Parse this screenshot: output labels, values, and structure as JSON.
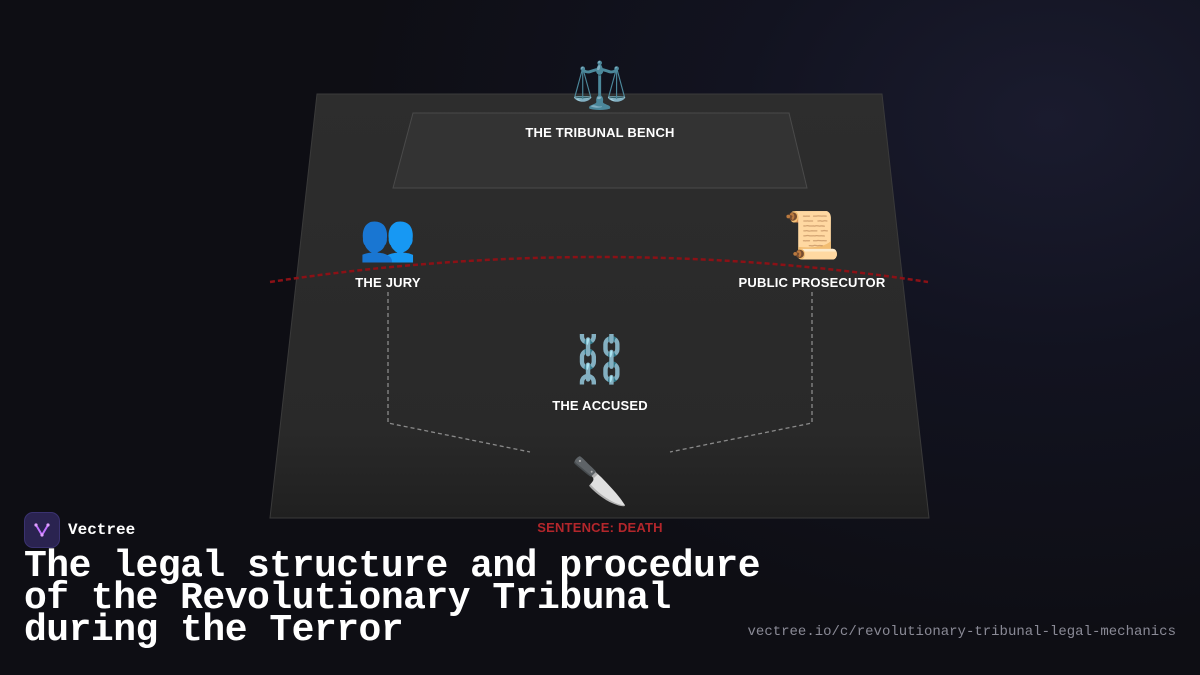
{
  "nodes": {
    "bench": {
      "label": "THE TRIBUNAL BENCH",
      "icon": "scales-icon",
      "glyph": "⚖️"
    },
    "jury": {
      "label": "THE JURY",
      "icon": "people-icon",
      "glyph": "👥"
    },
    "prosecutor": {
      "label": "PUBLIC PROSECUTOR",
      "icon": "scroll-icon",
      "glyph": "📜"
    },
    "accused": {
      "label": "THE ACCUSED",
      "icon": "chains-icon",
      "glyph": "⛓️"
    },
    "sentence": {
      "label": "SENTENCE: DEATH",
      "icon": "knife-icon",
      "glyph": "🔪"
    }
  },
  "brand": {
    "name": "Vectree",
    "icon": "vectree-logo-icon"
  },
  "title": "The legal structure and procedure of the Revolutionary Tribunal during the Terror",
  "url": "vectree.io/c/revolutionary-tribunal-legal-mechanics",
  "colors": {
    "floor": "#2b2b2b",
    "bench": "#333333",
    "arc": "#8b1116",
    "death": "#b3262b",
    "connector": "#8a8a8a"
  }
}
